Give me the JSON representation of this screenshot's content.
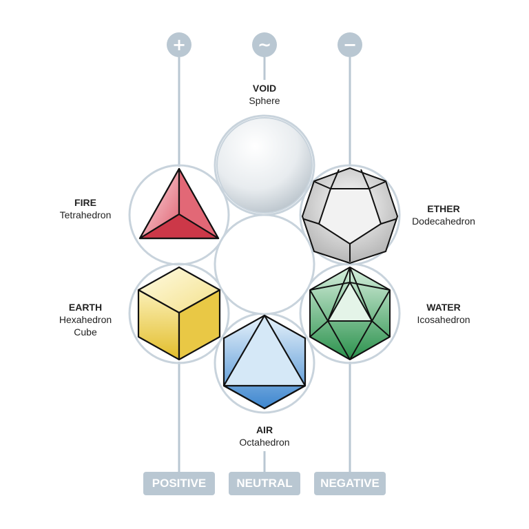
{
  "symbols": {
    "positive": "+",
    "neutral": "~",
    "negative": "−"
  },
  "bottom_labels": {
    "positive": "POSITIVE",
    "neutral": "NEUTRAL",
    "negative": "NEGATIVE"
  },
  "elements": {
    "void": {
      "name": "VOID",
      "solid": "Sphere"
    },
    "fire": {
      "name": "FIRE",
      "solid": "Tetrahedron"
    },
    "ether": {
      "name": "ETHER",
      "solid": "Dodecahedron"
    },
    "earth": {
      "name": "EARTH",
      "solid": "Hexahedron",
      "solid2": "Cube"
    },
    "water": {
      "name": "WATER",
      "solid": "Icosahedron"
    },
    "air": {
      "name": "AIR",
      "solid": "Octahedron"
    }
  },
  "colors": {
    "line": "#b9c7d2",
    "fire": "#d94a5a",
    "earth": "#e7c640",
    "air": "#4a90d0",
    "water": "#2f9a55",
    "ether": "#bdbdbd",
    "void": "#dfe5ea"
  }
}
